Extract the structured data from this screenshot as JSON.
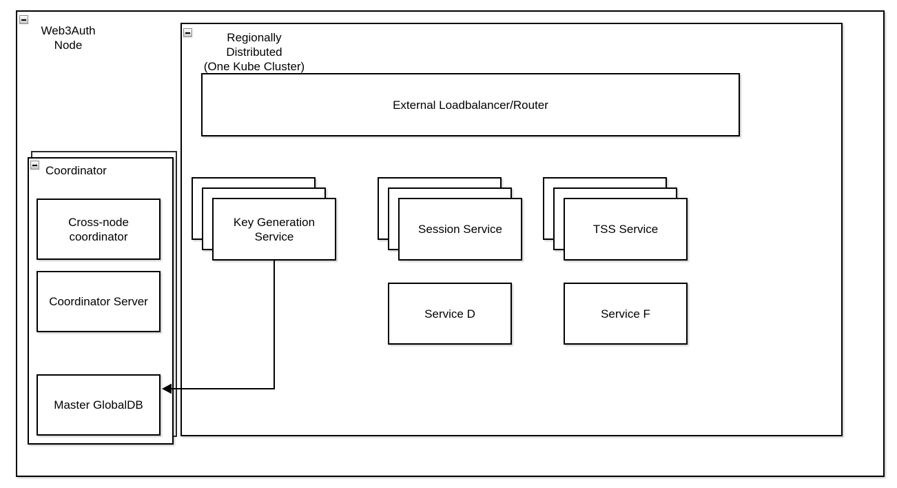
{
  "outer_group": {
    "label": "Web3Auth\nNode",
    "collapse_icon": "minus-collapse"
  },
  "region_group": {
    "label": "Regionally Distributed\n(One Kube Cluster)",
    "collapse_icon": "minus-collapse"
  },
  "loadbalancer": {
    "label": "External Loadbalancer/Router"
  },
  "stacks": {
    "keygen": {
      "label": "Key Generation\nService",
      "replicas_shown": 3
    },
    "session": {
      "label": "Session Service",
      "replicas_shown": 3
    },
    "tss": {
      "label": "TSS Service",
      "replicas_shown": 3
    }
  },
  "services": {
    "service_d": {
      "label": "Service D"
    },
    "service_f": {
      "label": "Service F"
    }
  },
  "coordinator_group": {
    "label": "Coordinator",
    "collapse_icon": "minus-collapse",
    "cross_node": {
      "label": "Cross-node\ncoordinator"
    },
    "server": {
      "label": "Coordinator Server"
    },
    "master_db": {
      "label": "Master GlobalDB"
    }
  },
  "edges": {
    "keygen_to_masterdb": {
      "from": "Key Generation Service",
      "to": "Master GlobalDB",
      "style": "orthogonal-arrow"
    }
  },
  "colors": {
    "stroke": "#000000",
    "fill": "#ffffff"
  }
}
